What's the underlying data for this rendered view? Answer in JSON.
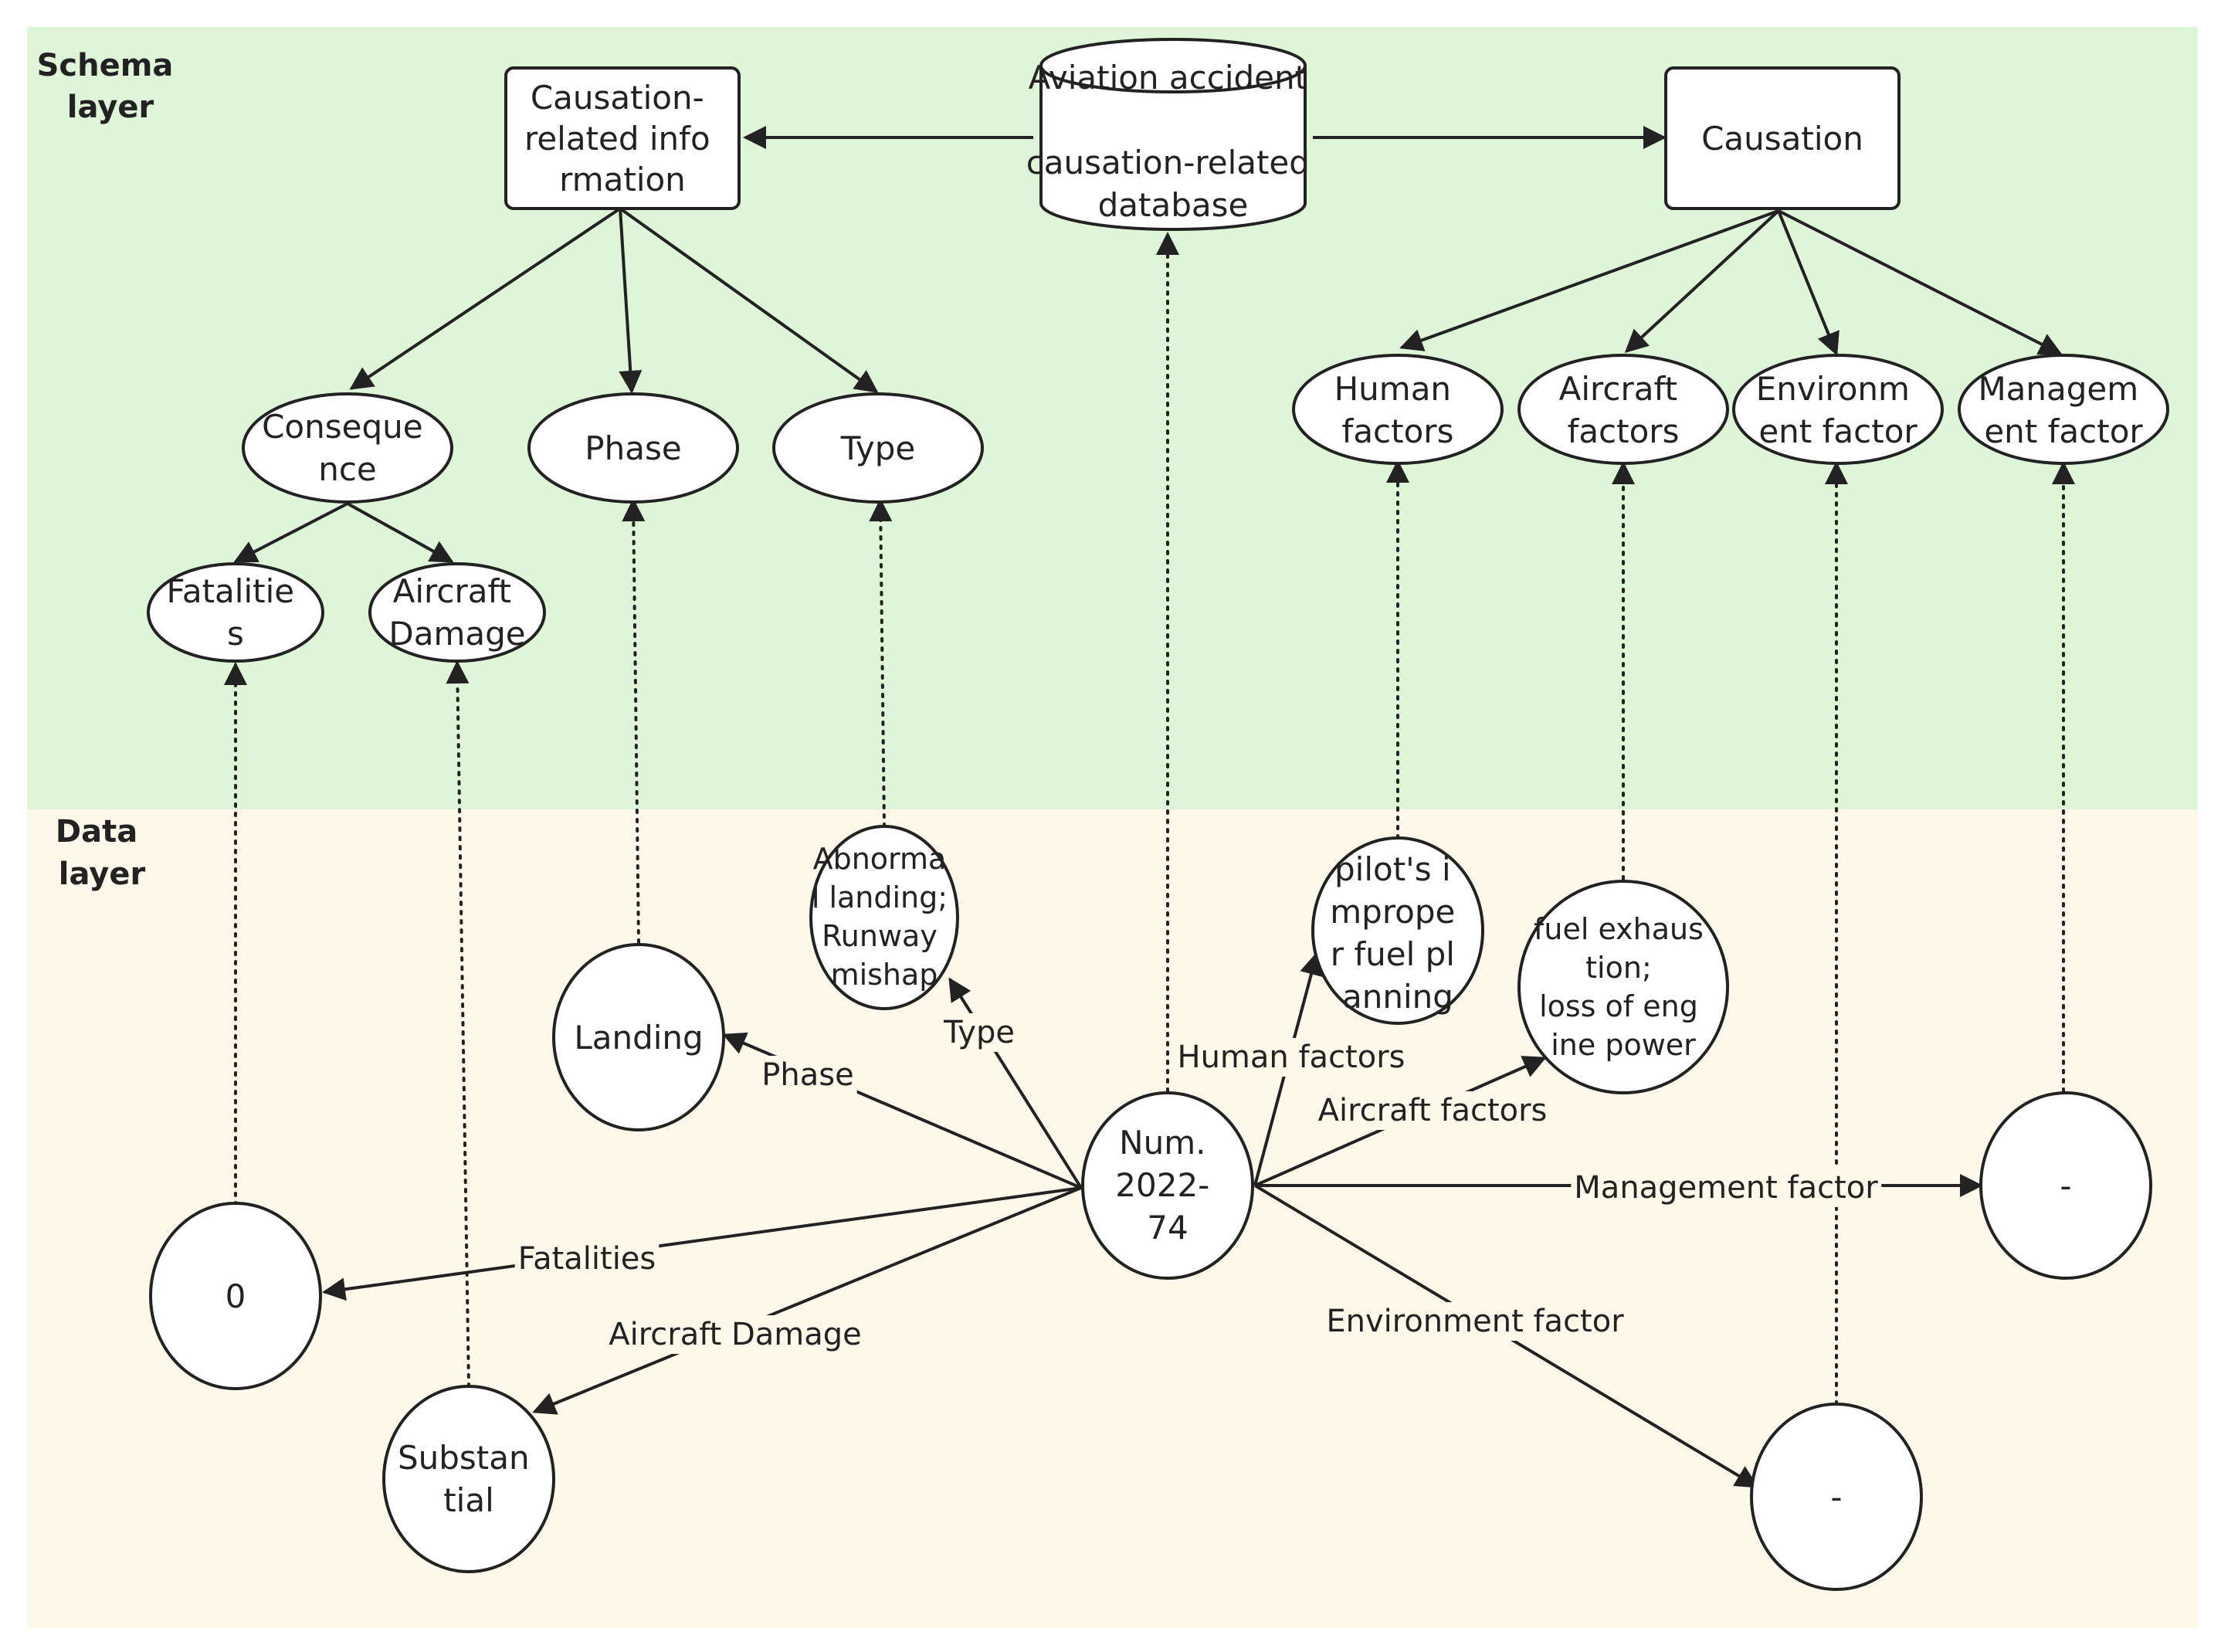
{
  "layers": {
    "schema": {
      "title_lines": [
        "Schema",
        "layer"
      ],
      "bg": "#dff5d8"
    },
    "data": {
      "title_lines": [
        "Data",
        "layer"
      ],
      "bg": "#fcf8ea"
    }
  },
  "schema_nodes": {
    "causation_info": {
      "lines": [
        "Causation-",
        "related info",
        "rmation"
      ]
    },
    "database": {
      "lines": [
        "Aviation accident",
        "causation-related",
        "database"
      ]
    },
    "causation": {
      "lines": [
        "Causation"
      ]
    },
    "consequence": {
      "lines": [
        "Conseque",
        "nce"
      ]
    },
    "phase": {
      "lines": [
        "Phase"
      ]
    },
    "type": {
      "lines": [
        "Type"
      ]
    },
    "fatalities": {
      "lines": [
        "Fatalitie",
        "s"
      ]
    },
    "aircraft_damage": {
      "lines": [
        "Aircraft",
        "Damage"
      ]
    },
    "human_factors": {
      "lines": [
        "Human",
        "factors"
      ]
    },
    "aircraft_factors": {
      "lines": [
        "Aircraft",
        "factors"
      ]
    },
    "environment_factor": {
      "lines": [
        "Environm",
        "ent factor"
      ]
    },
    "management_factor": {
      "lines": [
        "Managem",
        "ent factor"
      ]
    }
  },
  "data_nodes": {
    "center": {
      "lines": [
        "Num.",
        "2022-",
        "74"
      ]
    },
    "abnormal": {
      "lines": [
        "Abnorma",
        "l landing;",
        "Runway",
        "mishap"
      ]
    },
    "landing": {
      "lines": [
        "Landing"
      ]
    },
    "pilot": {
      "lines": [
        "pilot's i",
        "mprope",
        "r fuel pl",
        "anning"
      ]
    },
    "fuel": {
      "lines": [
        "fuel exhaus",
        "tion;",
        "loss of eng",
        "ine power"
      ]
    },
    "zero": {
      "lines": [
        "0"
      ]
    },
    "substantial": {
      "lines": [
        "Substan",
        "tial"
      ]
    },
    "mgmt_dash": {
      "lines": [
        "-"
      ]
    },
    "env_dash": {
      "lines": [
        "-"
      ]
    }
  },
  "edge_labels": {
    "type": "Type",
    "phase": "Phase",
    "human_factors": "Human factors",
    "aircraft_factors": "Aircraft factors",
    "management_factor": "Management factor",
    "fatalities": "Fatalities",
    "aircraft_damage": "Aircraft Damage",
    "environment_factor": "Environment factor"
  }
}
